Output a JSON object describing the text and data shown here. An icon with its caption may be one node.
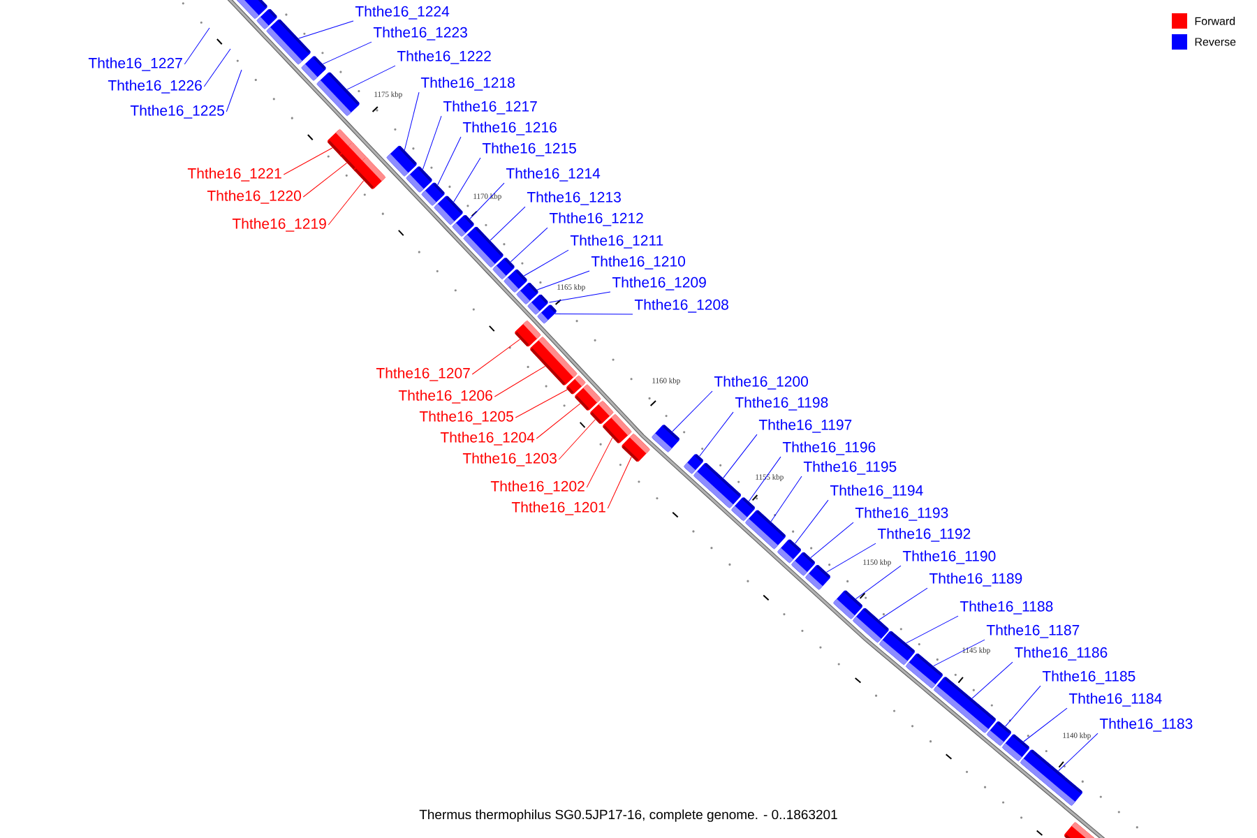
{
  "diagram": {
    "caption": "Thermus thermophilus SG0.5JP17-16, complete genome. - 0..1863201",
    "nodes": [
      {
        "text": [
          "Ththe16_1224"
        ]
      },
      {
        "text": [
          "Ththe16_1223"
        ]
      },
      {
        "text": [
          "Ththe16_1222"
        ]
      },
      {
        "text": [
          "Ththe16_1227"
        ]
      },
      {
        "text": [
          "Ththe16_1226"
        ]
      },
      {
        "text": [
          "Ththe16_1225"
        ]
      },
      {
        "text": [
          "Ththe16_1221"
        ]
      },
      {
        "text": [
          "Ththe16_1220"
        ]
      },
      {
        "text": [
          "Ththe16_1219"
        ]
      },
      {
        "text": [
          "Ththe16_1218"
        ]
      },
      {
        "text": [
          "Ththe16_1217"
        ]
      },
      {
        "text": [
          "Ththe16_1216"
        ]
      },
      {
        "text": [
          "Ththe16_1215"
        ]
      },
      {
        "text": [
          "Ththe16_1214"
        ]
      },
      {
        "text": [
          "Ththe16_1213"
        ]
      },
      {
        "text": [
          "Ththe16_1212"
        ]
      },
      {
        "text": [
          "Ththe16_1211"
        ]
      },
      {
        "text": [
          "Ththe16_1210"
        ]
      },
      {
        "text": [
          "Ththe16_1209"
        ]
      },
      {
        "text": [
          "Ththe16_1208"
        ]
      },
      {
        "text": [
          "Ththe16_1207"
        ]
      },
      {
        "text": [
          "Ththe16_1206"
        ]
      },
      {
        "text": [
          "Ththe16_1205"
        ]
      },
      {
        "text": [
          "Ththe16_1204"
        ]
      },
      {
        "text": [
          "Ththe16_1203"
        ]
      },
      {
        "text": [
          "Ththe16_1202"
        ]
      },
      {
        "text": [
          "Ththe16_1201"
        ]
      },
      {
        "text": [
          "Ththe16_1200"
        ]
      },
      {
        "text": [
          "Ththe16_1198"
        ]
      },
      {
        "text": [
          "Ththe16_1197"
        ]
      },
      {
        "text": [
          "Ththe16_1196"
        ]
      },
      {
        "text": [
          "Ththe16_1195"
        ]
      },
      {
        "text": [
          "Ththe16_1194"
        ]
      },
      {
        "text": [
          "Ththe16_1193"
        ]
      },
      {
        "text": [
          "Ththe16_1192"
        ]
      },
      {
        "text": [
          "Ththe16_1190"
        ]
      },
      {
        "text": [
          "Ththe16_1189"
        ]
      },
      {
        "text": [
          "Ththe16_1188"
        ]
      },
      {
        "text": [
          "Ththe16_1187"
        ]
      },
      {
        "text": [
          "Ththe16_1186"
        ]
      },
      {
        "text": [
          "Ththe16_1185"
        ]
      },
      {
        "text": [
          "Ththe16_1184"
        ]
      },
      {
        "text": [
          "Ththe16_1183"
        ]
      },
      {
        "text": [],
        "shape": "box"
      },
      {
        "text": [],
        "shape": "box"
      },
      {
        "text": [],
        "shape": "box"
      },
      {
        "text": [],
        "shape": "box"
      },
      {
        "text": [],
        "shape": "box"
      },
      {
        "text": [],
        "shape": "box"
      },
      {
        "text": [],
        "shape": "box"
      },
      {
        "text": [],
        "shape": "box"
      },
      {
        "text": [],
        "shape": "box"
      },
      {
        "text": [],
        "shape": "box"
      },
      {
        "text": [],
        "shape": "box"
      },
      {
        "text": [],
        "shape": "box"
      },
      {
        "text": [],
        "shape": "box"
      },
      {
        "text": [],
        "shape": "box"
      },
      {
        "text": [],
        "shape": "box"
      },
      {
        "text": [],
        "shape": "box"
      },
      {
        "text": [],
        "shape": "box"
      },
      {
        "text": [],
        "shape": "box"
      },
      {
        "text": [],
        "shape": "box"
      },
      {
        "text": [],
        "shape": "box"
      },
      {
        "text": [],
        "shape": "box"
      },
      {
        "text": [],
        "shape": "box"
      },
      {
        "text": [],
        "shape": "box"
      },
      {
        "text": [],
        "shape": "box"
      },
      {
        "text": [],
        "shape": "box"
      },
      {
        "text": [],
        "shape": "box"
      },
      {
        "text": [],
        "shape": "box"
      },
      {
        "text": [],
        "shape": "box"
      },
      {
        "text": [],
        "shape": "box"
      },
      {
        "text": [],
        "shape": "box"
      },
      {
        "text": [],
        "shape": "box"
      },
      {
        "text": [],
        "shape": "box"
      },
      {
        "text": [],
        "shape": "box"
      },
      {
        "text": [],
        "shape": "box"
      },
      {
        "text": [],
        "shape": "box"
      },
      {
        "text": [],
        "shape": "box"
      },
      {
        "text": [],
        "shape": "box"
      },
      {
        "text": [],
        "shape": "box"
      },
      {
        "text": [],
        "shape": "box"
      },
      {
        "text": [],
        "shape": "box"
      },
      {
        "text": [],
        "shape": "box"
      },
      {
        "text": [],
        "shape": "box"
      },
      {
        "text": [],
        "shape": "box"
      }
    ],
    "edges": [
      {
        "from": 0,
        "to": 43,
        "arrow": "none"
      },
      {
        "from": 1,
        "to": 44,
        "arrow": "none"
      },
      {
        "from": 2,
        "to": 45,
        "arrow": "none"
      },
      {
        "from": 3,
        "to": null,
        "arrow": "none"
      },
      {
        "from": 4,
        "to": null,
        "arrow": "none"
      },
      {
        "from": 5,
        "to": null,
        "arrow": "none"
      },
      {
        "from": 6,
        "to": 46,
        "arrow": "none",
        "color": "#ff0000"
      },
      {
        "from": 7,
        "to": 47,
        "arrow": "none",
        "color": "#ff0000"
      },
      {
        "from": 8,
        "to": 48,
        "arrow": "none",
        "color": "#ff0000"
      },
      {
        "from": 9,
        "to": 49,
        "arrow": "none"
      },
      {
        "from": 10,
        "to": 50,
        "arrow": "none"
      },
      {
        "from": 11,
        "to": 51,
        "arrow": "none"
      },
      {
        "from": 12,
        "to": 52,
        "arrow": "none"
      },
      {
        "from": 13,
        "to": 53,
        "arrow": "none"
      },
      {
        "from": 14,
        "to": 54,
        "arrow": "none"
      },
      {
        "from": 15,
        "to": 55,
        "arrow": "none"
      },
      {
        "from": 16,
        "to": 56,
        "arrow": "none"
      },
      {
        "from": 17,
        "to": 57,
        "arrow": "none"
      },
      {
        "from": 18,
        "to": 58,
        "arrow": "none"
      },
      {
        "from": 19,
        "to": 59,
        "arrow": "none"
      },
      {
        "from": 20,
        "to": 60,
        "arrow": "none",
        "color": "#ff0000"
      },
      {
        "from": 21,
        "to": 61,
        "arrow": "none",
        "color": "#ff0000"
      },
      {
        "from": 22,
        "to": 62,
        "arrow": "none",
        "color": "#ff0000"
      },
      {
        "from": 23,
        "to": 63,
        "arrow": "none",
        "color": "#ff0000"
      },
      {
        "from": 24,
        "to": 64,
        "arrow": "none",
        "color": "#ff0000"
      },
      {
        "from": 25,
        "to": 65,
        "arrow": "none",
        "color": "#ff0000"
      },
      {
        "from": 26,
        "to": 66,
        "arrow": "none",
        "color": "#ff0000"
      },
      {
        "from": 27,
        "to": 67,
        "arrow": "none"
      },
      {
        "from": 28,
        "to": 68,
        "arrow": "none"
      },
      {
        "from": 29,
        "to": 69,
        "arrow": "none"
      },
      {
        "from": 30,
        "to": 70,
        "arrow": "none"
      },
      {
        "from": 31,
        "to": 71,
        "arrow": "none"
      },
      {
        "from": 32,
        "to": 72,
        "arrow": "none"
      },
      {
        "from": 33,
        "to": 73,
        "arrow": "none"
      },
      {
        "from": 34,
        "to": 74,
        "arrow": "none"
      },
      {
        "from": 35,
        "to": 75,
        "arrow": "none"
      },
      {
        "from": 36,
        "to": 76,
        "arrow": "none"
      },
      {
        "from": 37,
        "to": 77,
        "arrow": "none"
      },
      {
        "from": 38,
        "to": 78,
        "arrow": "none"
      },
      {
        "from": 39,
        "to": 79,
        "arrow": "none"
      },
      {
        "from": 40,
        "to": 80,
        "arrow": "none"
      },
      {
        "from": 41,
        "to": 81,
        "arrow": "none"
      },
      {
        "from": 42,
        "to": 82,
        "arrow": "none"
      }
    ],
    "labels": [
      "1175 kbp",
      "1170 kbp",
      "1165 kbp",
      "1160 kbp",
      "1155 kbp",
      "1150 kbp",
      "1145 kbp",
      "1140 kbp"
    ],
    "legend": [
      {
        "text": "Forward",
        "color": "#ff0000"
      },
      {
        "text": "Reverse",
        "color": "#0000ff"
      }
    ]
  }
}
